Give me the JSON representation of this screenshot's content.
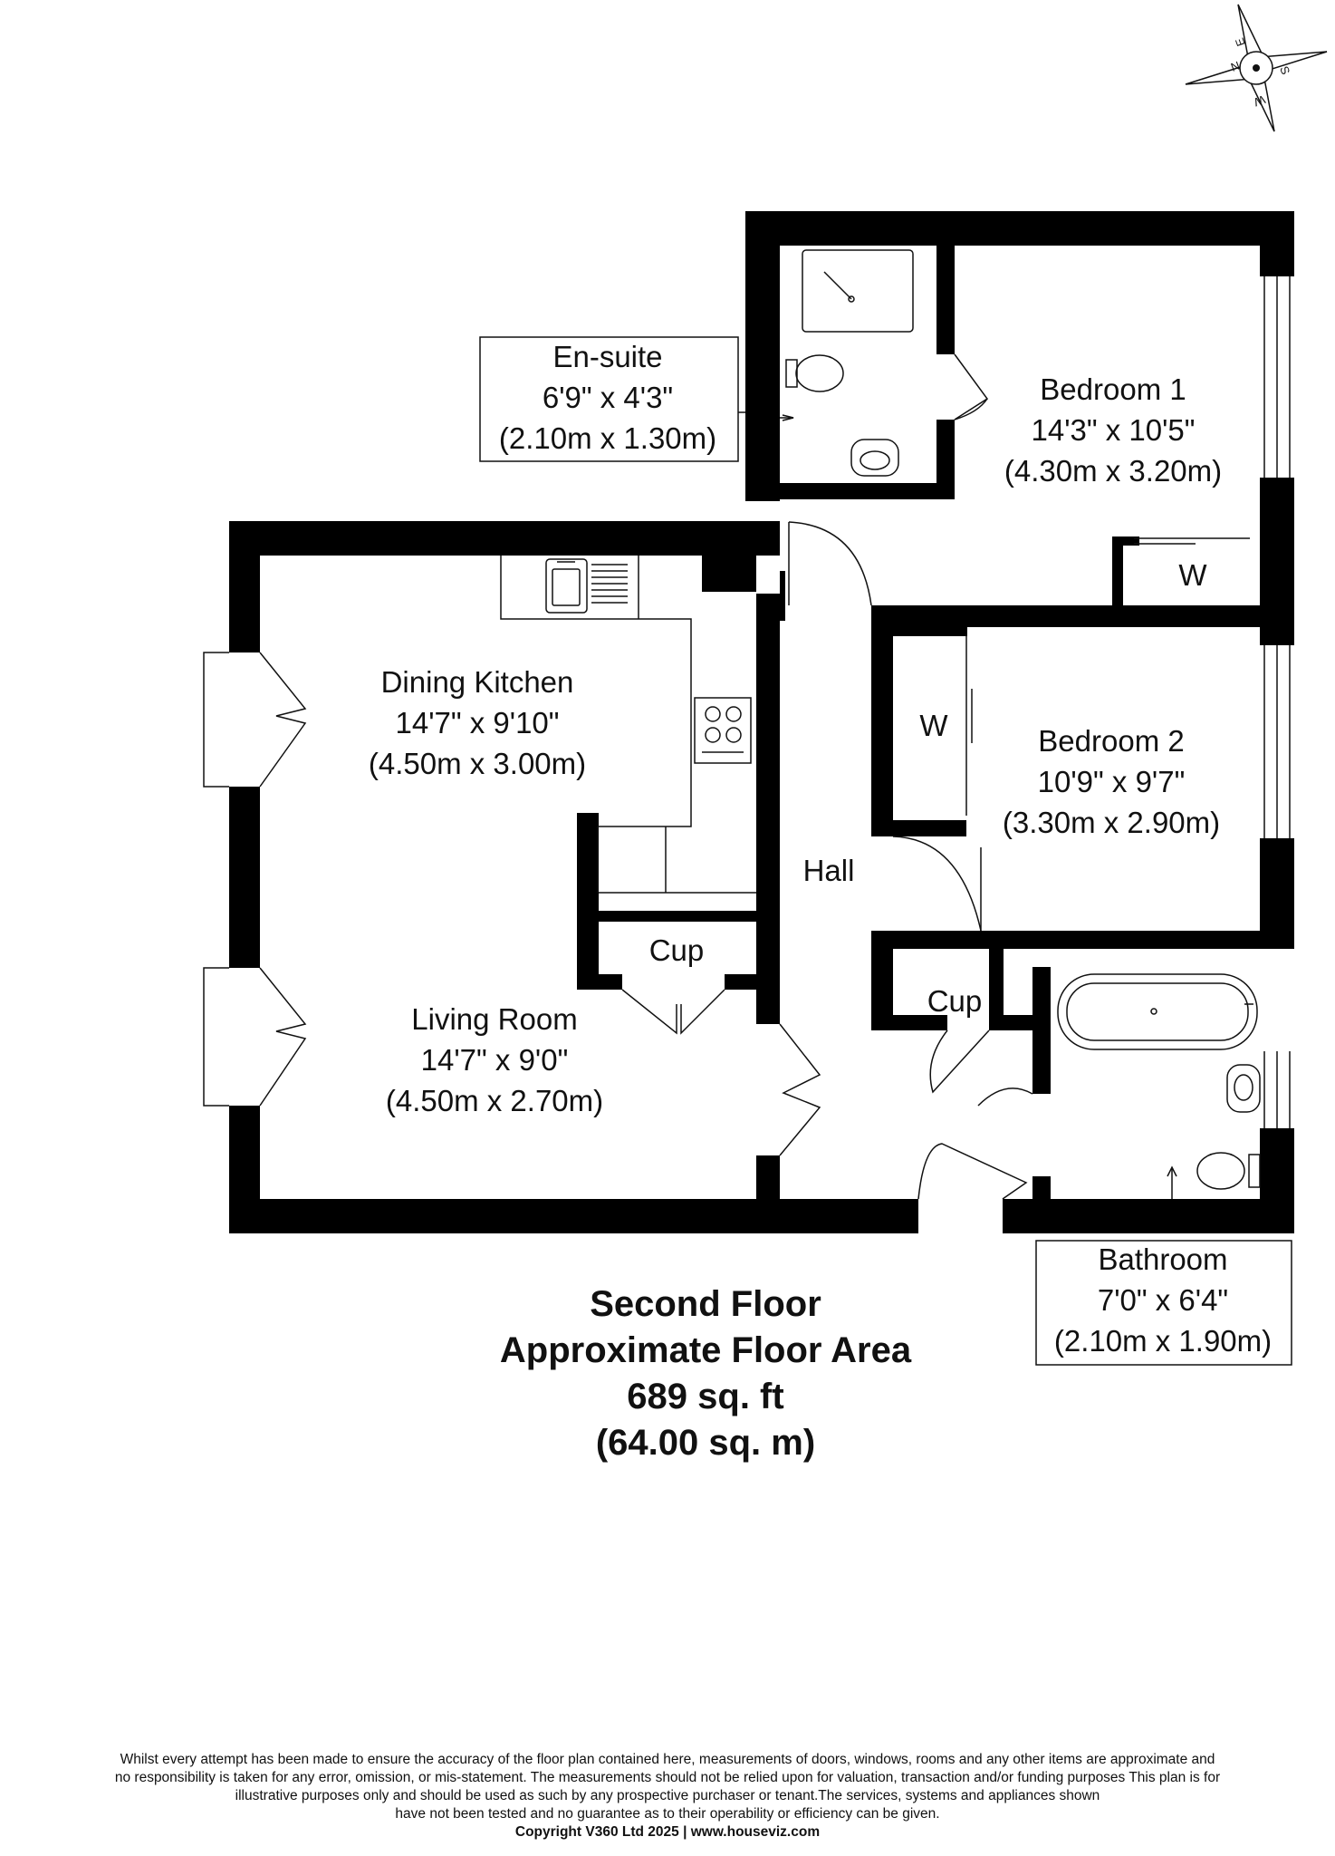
{
  "rooms": {
    "ensuite": {
      "name": "En-suite",
      "imperial": "6'9\" x 4'3\"",
      "metric": "(2.10m x 1.30m)"
    },
    "bedroom1": {
      "name": "Bedroom 1",
      "imperial": "14'3\" x 10'5\"",
      "metric": "(4.30m x 3.20m)"
    },
    "dining_kitchen": {
      "name": "Dining Kitchen",
      "imperial": "14'7\" x 9'10\"",
      "metric": "(4.50m x 3.00m)"
    },
    "bedroom2": {
      "name": "Bedroom 2",
      "imperial": "10'9\" x 9'7\"",
      "metric": "(3.30m x 2.90m)"
    },
    "living_room": {
      "name": "Living Room",
      "imperial": "14'7\" x 9'0\"",
      "metric": "(4.50m x 2.70m)"
    },
    "bathroom": {
      "name": "Bathroom",
      "imperial": "7'0\" x 6'4\"",
      "metric": "(2.10m x 1.90m)"
    },
    "hall": {
      "name": "Hall"
    },
    "cupboard_living": {
      "name": "Cup"
    },
    "cupboard_hall": {
      "name": "Cup"
    },
    "wardrobe_bed1": {
      "name": "W"
    },
    "wardrobe_bed2": {
      "name": "W"
    }
  },
  "summary": {
    "floor": "Second Floor",
    "area_label": "Approximate Floor Area",
    "area_sqft": "689 sq. ft",
    "area_sqm": "(64.00 sq. m)"
  },
  "compass": {
    "n": "N",
    "e": "E",
    "s": "S",
    "w": "W"
  },
  "disclaimer": {
    "line1": "Whilst every attempt has been made to ensure the accuracy of the floor plan contained here, measurements of doors, windows, rooms and any other items are approximate and",
    "line2": "no responsibility is taken for any error, omission, or mis-statement.  The measurements should not be relied upon for valuation, transaction and/or funding purposes This plan is for",
    "line3": "illustrative purposes only and should be used as such by any prospective purchaser or tenant.The services, systems and appliances shown",
    "line4": "have not been tested and no guarantee as to their operability or efficiency can be given.",
    "copyright": "Copyright V360 Ltd 2025 | www.houseviz.com"
  },
  "colors": {
    "wall": "#000000",
    "fixture_line": "#555555",
    "background": "#ffffff"
  }
}
